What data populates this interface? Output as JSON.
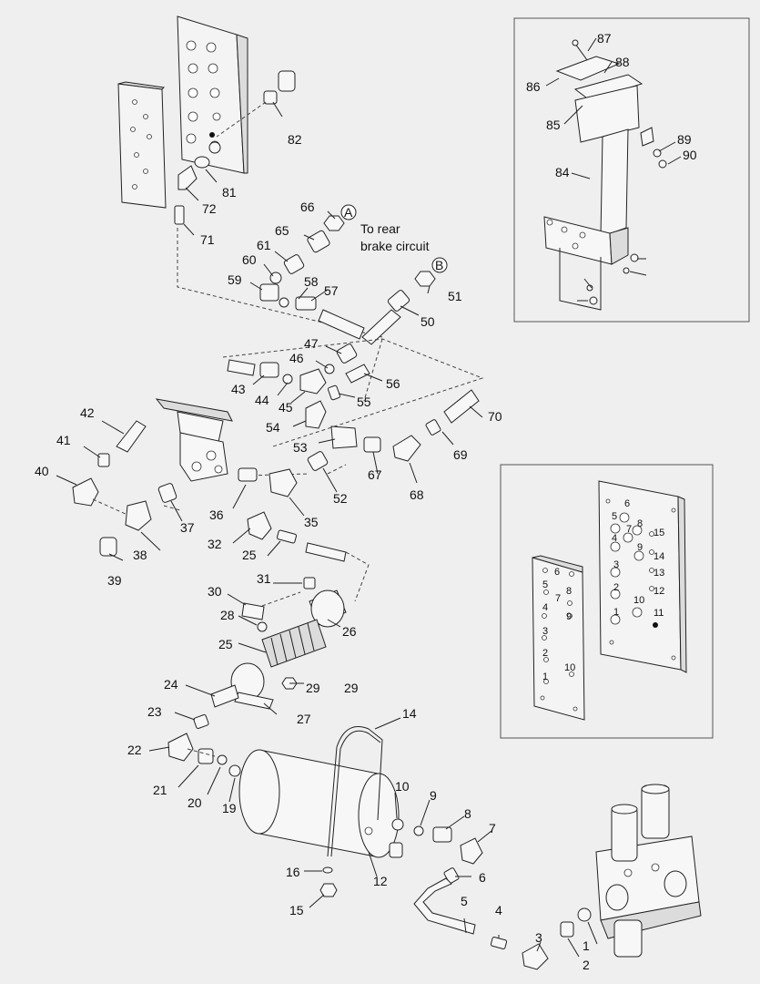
{
  "annotations": {
    "rear_marker": "A",
    "rear_note_line1": "To rear",
    "rear_note_line2": "brake circuit",
    "b_marker": "B"
  },
  "callouts": [
    "1",
    "2",
    "3",
    "4",
    "5",
    "6",
    "7",
    "8",
    "9",
    "10",
    "12",
    "14",
    "15",
    "16",
    "19",
    "20",
    "21",
    "22",
    "23",
    "24",
    "25",
    "26",
    "27",
    "28",
    "29",
    "30",
    "31",
    "32",
    "35",
    "36",
    "37",
    "38",
    "39",
    "40",
    "41",
    "42",
    "43",
    "44",
    "45",
    "46",
    "47",
    "50",
    "51",
    "52",
    "53",
    "54",
    "55",
    "56",
    "57",
    "58",
    "59",
    "60",
    "61",
    "65",
    "66",
    "67",
    "68",
    "69",
    "70",
    "71",
    "72",
    "81",
    "82",
    "84",
    "85",
    "86",
    "87",
    "88",
    "89",
    "90"
  ],
  "inset_port_labels": [
    "1",
    "2",
    "3",
    "4",
    "5",
    "6",
    "7",
    "8",
    "9",
    "10",
    "11",
    "12",
    "13",
    "14",
    "15"
  ]
}
